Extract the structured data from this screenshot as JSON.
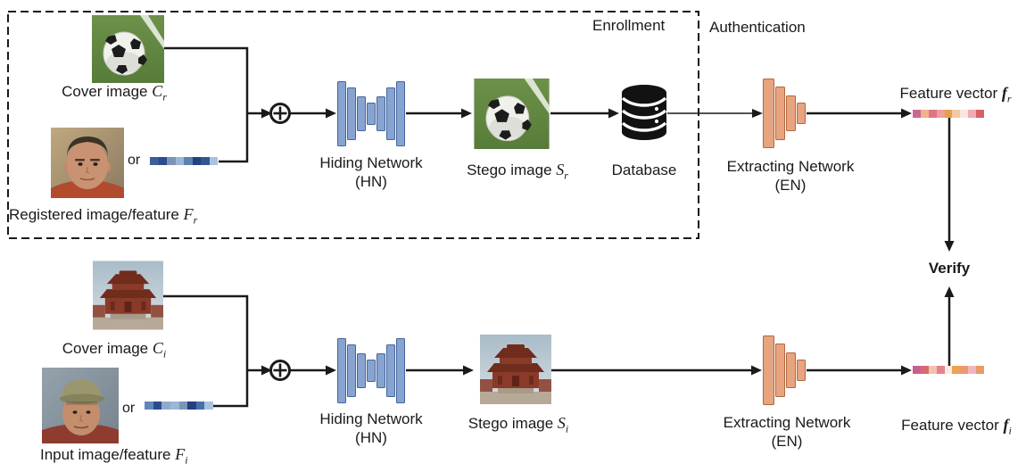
{
  "figure": {
    "phase_labels": {
      "enrollment": "Enrollment",
      "authentication": "Authentication"
    },
    "verify": "Verify",
    "or": "or",
    "nodes": {
      "cover_r": {
        "text": "Cover image ",
        "sym": "C",
        "sub": "r"
      },
      "registered_feature": {
        "text": "Registered image/feature ",
        "sym": "F",
        "sub": "r"
      },
      "hiding_network": {
        "line1": "Hiding Network",
        "line2": "(HN)"
      },
      "stego_r": {
        "text": "Stego image ",
        "sym": "S",
        "sub": "r"
      },
      "database": "Database",
      "extracting_network": {
        "line1": "Extracting Network",
        "line2": "(EN)"
      },
      "feature_r": {
        "text": "Feature vector ",
        "sym": "f",
        "sub": "r"
      },
      "cover_i": {
        "text": "Cover image ",
        "sym": "C",
        "sub": "i"
      },
      "input_feature": {
        "text": "Input image/feature ",
        "sym": "F",
        "sub": "i"
      },
      "stego_i": {
        "text": "Stego image ",
        "sym": "S",
        "sub": "i"
      },
      "feature_i": {
        "text": "Feature vector ",
        "sym": "f",
        "sub": "i"
      }
    },
    "icons": {
      "combine": "circled-plus-icon",
      "database": "database-cylinder-icon",
      "hiding_network": "encoder-decoder-bars-icon",
      "extracting_network": "decoder-bars-icon"
    }
  },
  "strips": {
    "registered_feature": [
      "#3b5e9a",
      "#2b4c8c",
      "#7d94b8",
      "#9cb6d8",
      "#5d80b5",
      "#24407e",
      "#33558f",
      "#a9c2de"
    ],
    "input_feature": [
      "#6286b8",
      "#2b4c8c",
      "#8fa9cc",
      "#9cb6d8",
      "#7d94b8",
      "#24407e",
      "#4a6fa8",
      "#a9c2de"
    ],
    "feature_vector_r": [
      "#c9688f",
      "#efb289",
      "#dd7589",
      "#ee9e9b",
      "#e2a14f",
      "#f3c9a2",
      "#fbe5e2",
      "#f2a9b2",
      "#d95f68"
    ],
    "feature_vector_i": [
      "#c75f93",
      "#d96a71",
      "#f1c3ae",
      "#e4838b",
      "#f8ece6",
      "#e8a356",
      "#ea9a6e",
      "#f0b6c0",
      "#e89a67"
    ]
  },
  "colors": {
    "hiding_network_fill": "#87a3d0",
    "hiding_network_border": "#45649b",
    "extracting_network_fill": "#e7a47e",
    "extracting_network_border": "#b2673f",
    "line": "#1a1a1a"
  }
}
